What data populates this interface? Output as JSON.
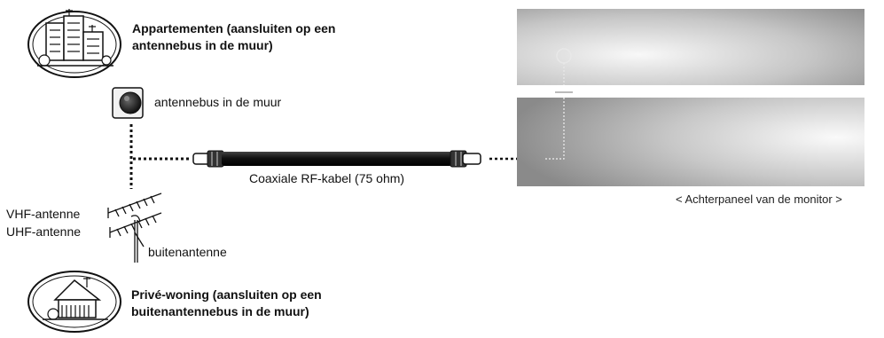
{
  "apartments": {
    "title_line1": "Appartementen (aansluiten op een",
    "title_line2": "antennebus in de muur)"
  },
  "wall_socket_label": "antennebus in de muur",
  "house": {
    "title_line1": "Privé-woning (aansluiten op een",
    "title_line2": "buitenantennebus in de muur)"
  },
  "vhf_label": "VHF-antenne",
  "uhf_label": "UHF-antenne",
  "outdoor_antenna_label": "buitenantenne",
  "cable_label": "Coaxiale RF-kabel (75 ohm)",
  "monitor_caption": "< Achterpaneel van de monitor >",
  "colors": {
    "ink": "#111111",
    "panel_light": "#f4f4f4",
    "panel_dark": "#8a8a8a"
  }
}
